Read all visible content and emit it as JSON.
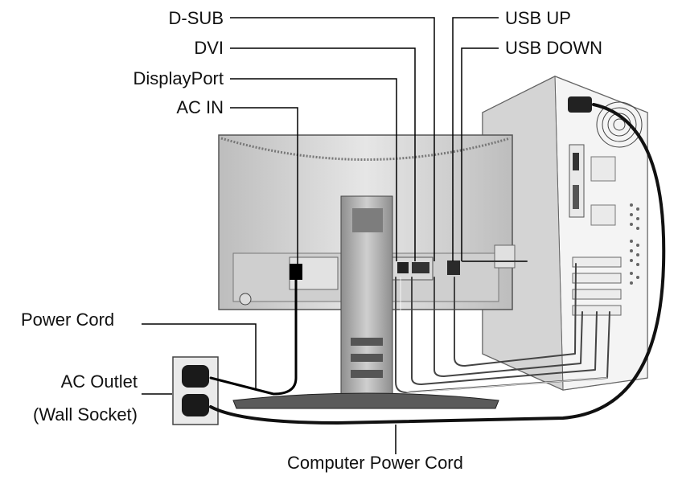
{
  "labels": {
    "d_sub": "D-SUB",
    "dvi": "DVI",
    "displayport": "DisplayPort",
    "ac_in": "AC IN",
    "usb_up": "USB UP",
    "usb_down": "USB DOWN",
    "power_cord": "Power Cord",
    "ac_outlet": "AC Outlet",
    "wall_socket": "(Wall Socket)",
    "computer_power_cord": "Computer Power Cord"
  }
}
